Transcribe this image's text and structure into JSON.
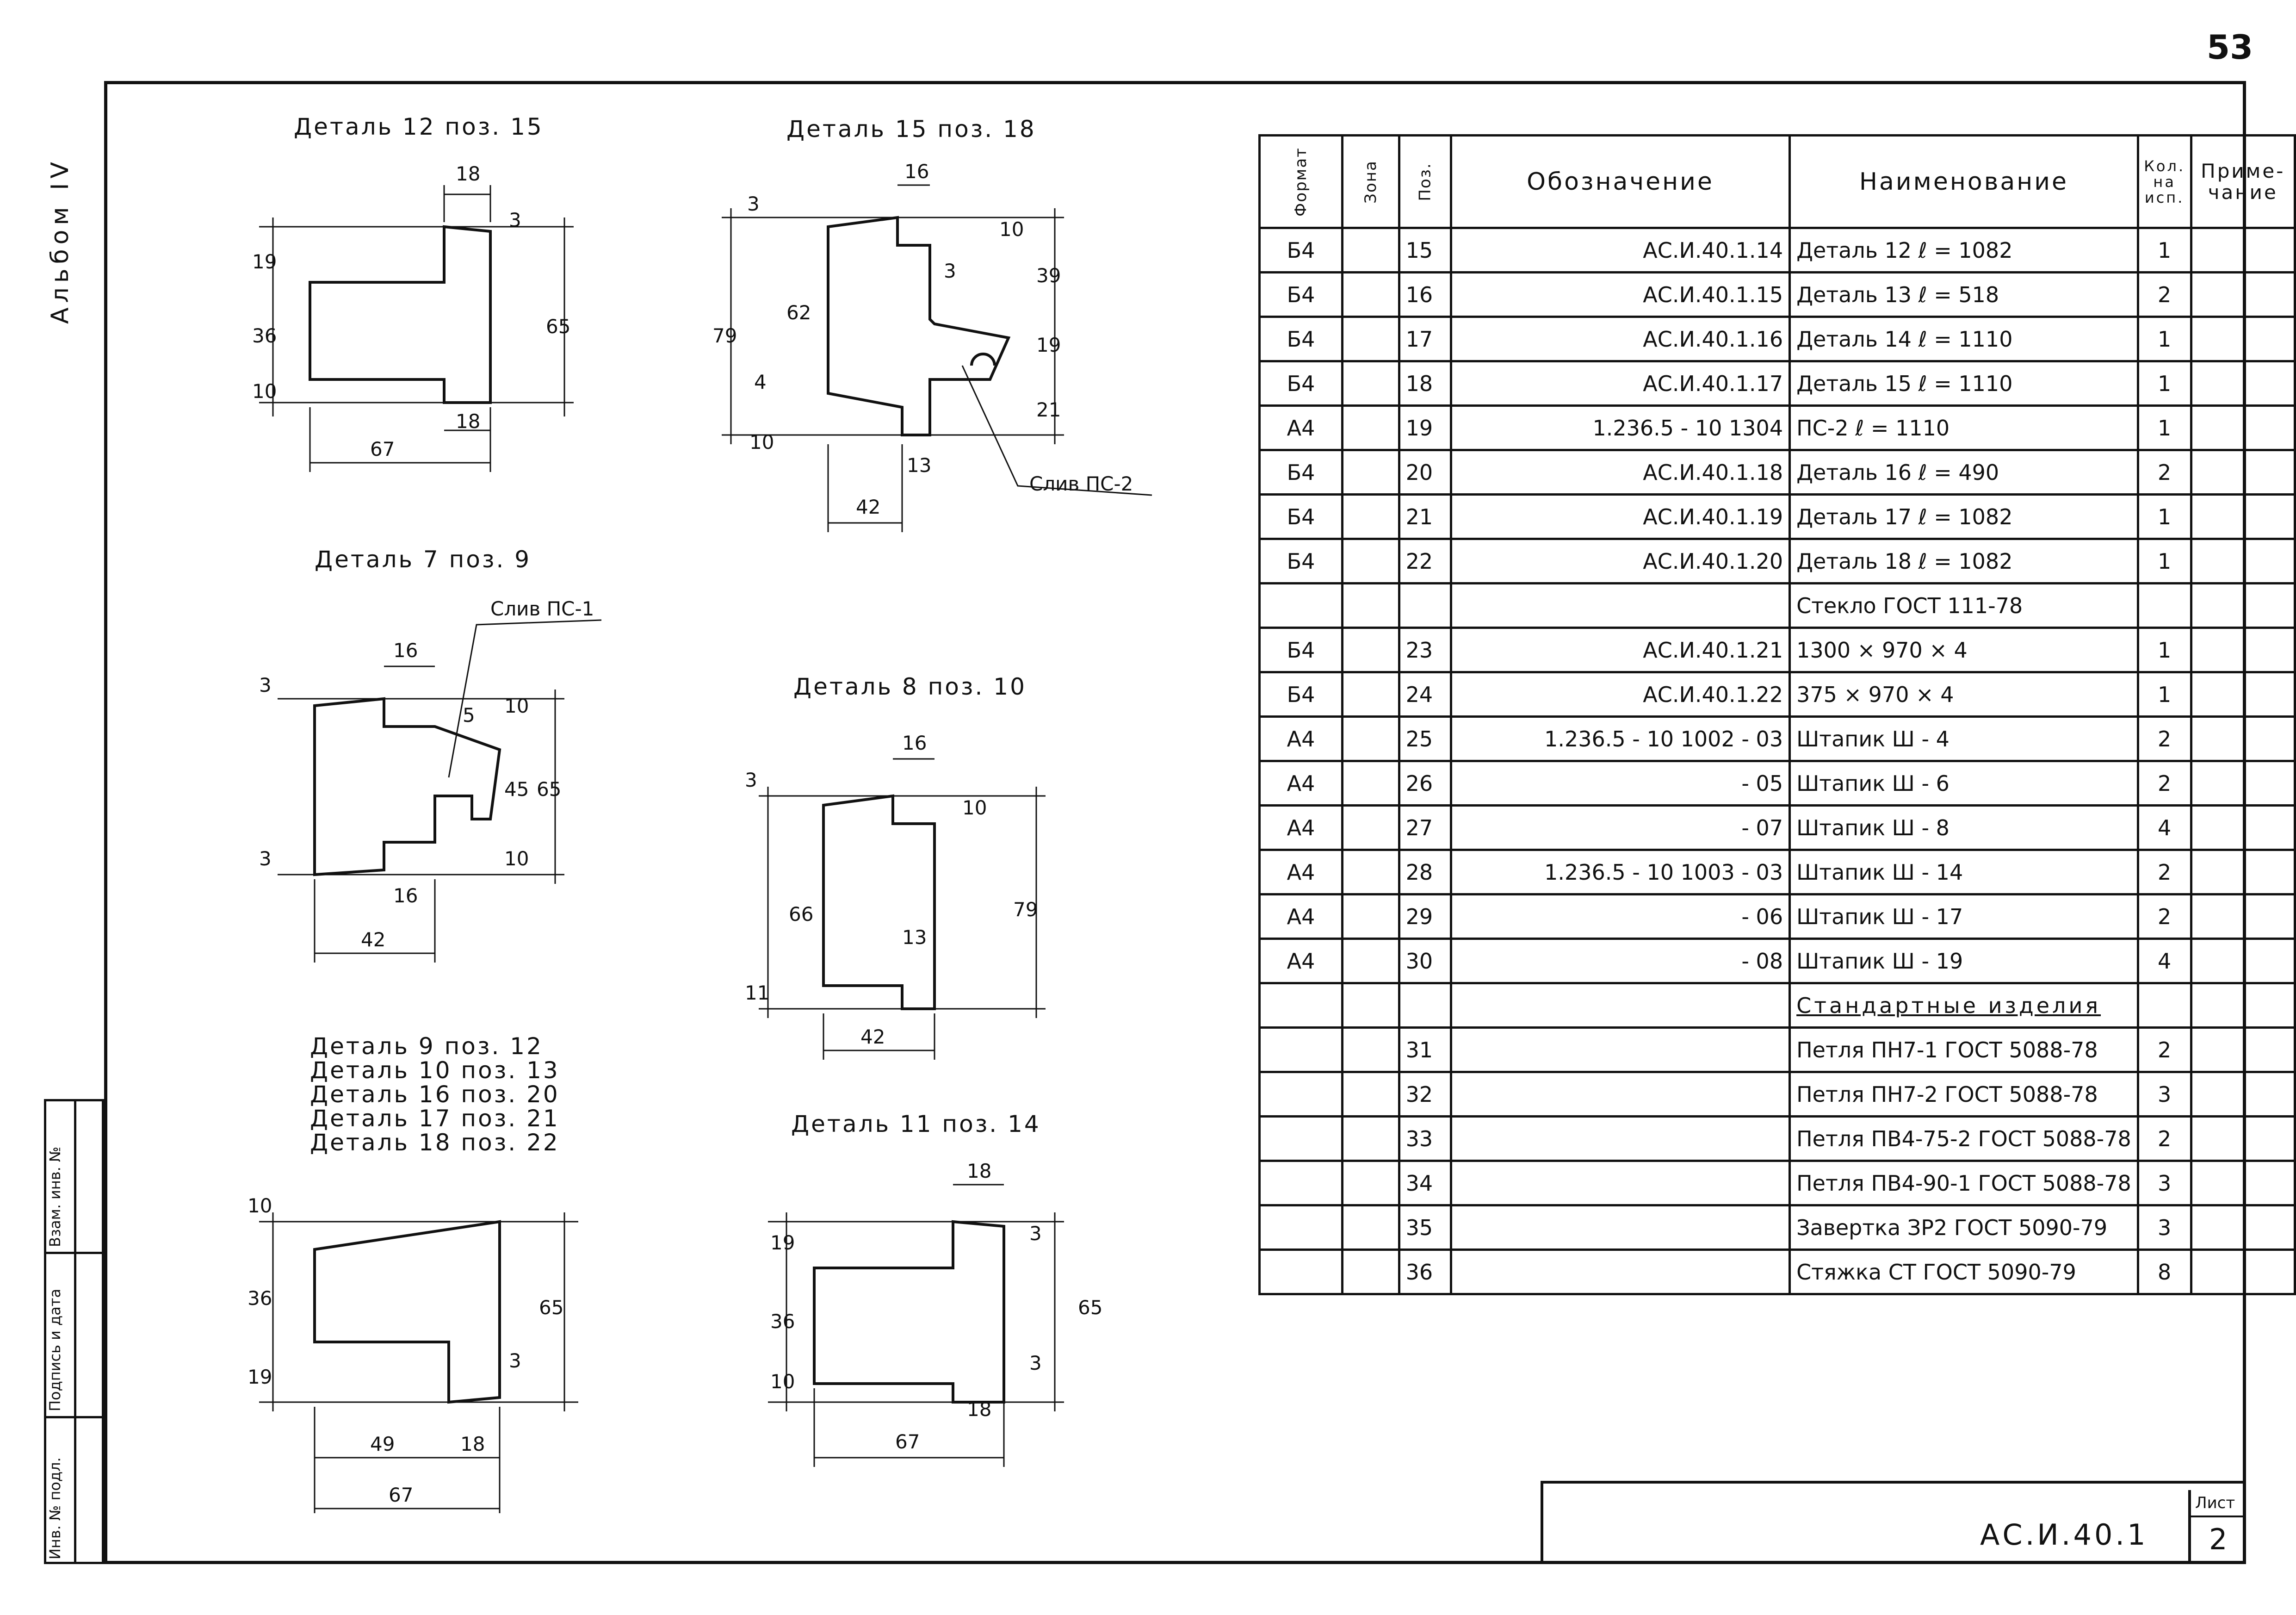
{
  "page_number": "53",
  "album": "Альбом IV",
  "left_stamp": [
    "Инв. № подл.",
    "Подпись и дата",
    "Взам. инв. №"
  ],
  "details": {
    "d12": {
      "title": "Деталь 12  поз. 15",
      "dims": [
        "18",
        "3",
        "19",
        "36",
        "65",
        "10",
        "67",
        "18"
      ]
    },
    "d15": {
      "title": "Деталь 15  поз. 18",
      "dims": [
        "16",
        "3",
        "10",
        "62",
        "79",
        "39",
        "3",
        "19",
        "4",
        "10",
        "21",
        "13",
        "42"
      ],
      "callout": "Слив ПС-2"
    },
    "d7": {
      "title": "Деталь 7  поз. 9",
      "dims": [
        "16",
        "3",
        "5",
        "10",
        "45",
        "65",
        "3",
        "10",
        "16",
        "42"
      ],
      "callout": "Слив ПС-1"
    },
    "d8": {
      "title": "Деталь 8 поз. 10",
      "dims": [
        "16",
        "3",
        "10",
        "66",
        "79",
        "13",
        "11",
        "42"
      ]
    },
    "d9": {
      "titles": [
        "Деталь 9  поз. 12",
        "Деталь 10  поз. 13",
        "Деталь 16  поз. 20",
        "Деталь 17  поз. 21",
        "Деталь 18  поз. 22"
      ],
      "dims": [
        "10",
        "36",
        "65",
        "19",
        "3",
        "49",
        "18",
        "67"
      ]
    },
    "d11": {
      "title": "Деталь 11  поз. 14",
      "dims": [
        "18",
        "3",
        "19",
        "36",
        "65",
        "10",
        "3",
        "18",
        "67"
      ]
    }
  },
  "table": {
    "headers": {
      "format": "Формат",
      "zone": "Зона",
      "pos": "Поз.",
      "designation": "Обозначение",
      "name": "Наименование",
      "qty": "Кол. на исп.",
      "note": "Приме- чание"
    },
    "rows": [
      {
        "fmt": "Б4",
        "pos": "15",
        "des": "АС.И.40.1.14",
        "name": "Деталь 12      ℓ = 1082",
        "qty": "1"
      },
      {
        "fmt": "Б4",
        "pos": "16",
        "des": "АС.И.40.1.15",
        "name": "Деталь 13      ℓ = 518",
        "qty": "2"
      },
      {
        "fmt": "Б4",
        "pos": "17",
        "des": "АС.И.40.1.16",
        "name": "Деталь 14      ℓ = 1110",
        "qty": "1"
      },
      {
        "fmt": "Б4",
        "pos": "18",
        "des": "АС.И.40.1.17",
        "name": "Деталь 15      ℓ = 1110",
        "qty": "1"
      },
      {
        "fmt": "А4",
        "pos": "19",
        "des": "1.236.5 - 10  1304",
        "name": "ПС-2          ℓ = 1110",
        "qty": "1"
      },
      {
        "fmt": "Б4",
        "pos": "20",
        "des": "АС.И.40.1.18",
        "name": "Деталь 16      ℓ = 490",
        "qty": "2"
      },
      {
        "fmt": "Б4",
        "pos": "21",
        "des": "АС.И.40.1.19",
        "name": "Деталь 17      ℓ = 1082",
        "qty": "1"
      },
      {
        "fmt": "Б4",
        "pos": "22",
        "des": "АС.И.40.1.20",
        "name": "Деталь 18      ℓ = 1082",
        "qty": "1"
      },
      {
        "fmt": "",
        "pos": "",
        "des": "",
        "name": "Стекло  ГОСТ 111-78",
        "qty": ""
      },
      {
        "fmt": "Б4",
        "pos": "23",
        "des": "АС.И.40.1.21",
        "name": "1300 × 970 × 4",
        "qty": "1"
      },
      {
        "fmt": "Б4",
        "pos": "24",
        "des": "АС.И.40.1.22",
        "name": "375 × 970 × 4",
        "qty": "1"
      },
      {
        "fmt": "А4",
        "pos": "25",
        "des": "1.236.5 - 10  1002 - 03",
        "name": "Штапик  Ш - 4",
        "qty": "2"
      },
      {
        "fmt": "А4",
        "pos": "26",
        "des": "- 05",
        "name": "Штапик  Ш - 6",
        "qty": "2"
      },
      {
        "fmt": "А4",
        "pos": "27",
        "des": "- 07",
        "name": "Штапик  Ш - 8",
        "qty": "4"
      },
      {
        "fmt": "А4",
        "pos": "28",
        "des": "1.236.5 - 10  1003 - 03",
        "name": "Штапик  Ш - 14",
        "qty": "2"
      },
      {
        "fmt": "А4",
        "pos": "29",
        "des": "- 06",
        "name": "Штапик  Ш - 17",
        "qty": "2"
      },
      {
        "fmt": "А4",
        "pos": "30",
        "des": "- 08",
        "name": "Штапик  Ш - 19",
        "qty": "4"
      },
      {
        "fmt": "",
        "pos": "",
        "des": "",
        "name": "Стандартные изделия",
        "qty": "",
        "underline": true
      },
      {
        "fmt": "",
        "pos": "31",
        "des": "",
        "name": "Петля ПН7-1   ГОСТ 5088-78",
        "qty": "2"
      },
      {
        "fmt": "",
        "pos": "32",
        "des": "",
        "name": "Петля ПН7-2  ГОСТ 5088-78",
        "qty": "3"
      },
      {
        "fmt": "",
        "pos": "33",
        "des": "",
        "name": "Петля ПВ4-75-2 ГОСТ 5088-78",
        "qty": "2"
      },
      {
        "fmt": "",
        "pos": "34",
        "des": "",
        "name": "Петля ПВ4-90-1 ГОСТ 5088-78",
        "qty": "3"
      },
      {
        "fmt": "",
        "pos": "35",
        "des": "",
        "name": "Завертка ЗР2  ГОСТ 5090-79",
        "qty": "3"
      },
      {
        "fmt": "",
        "pos": "36",
        "des": "",
        "name": "Стяжка  СТ     ГОСТ 5090-79",
        "qty": "8"
      }
    ]
  },
  "stamp": {
    "code": "АС.И.40.1",
    "sheet_label": "Лист",
    "sheet_number": "2"
  }
}
